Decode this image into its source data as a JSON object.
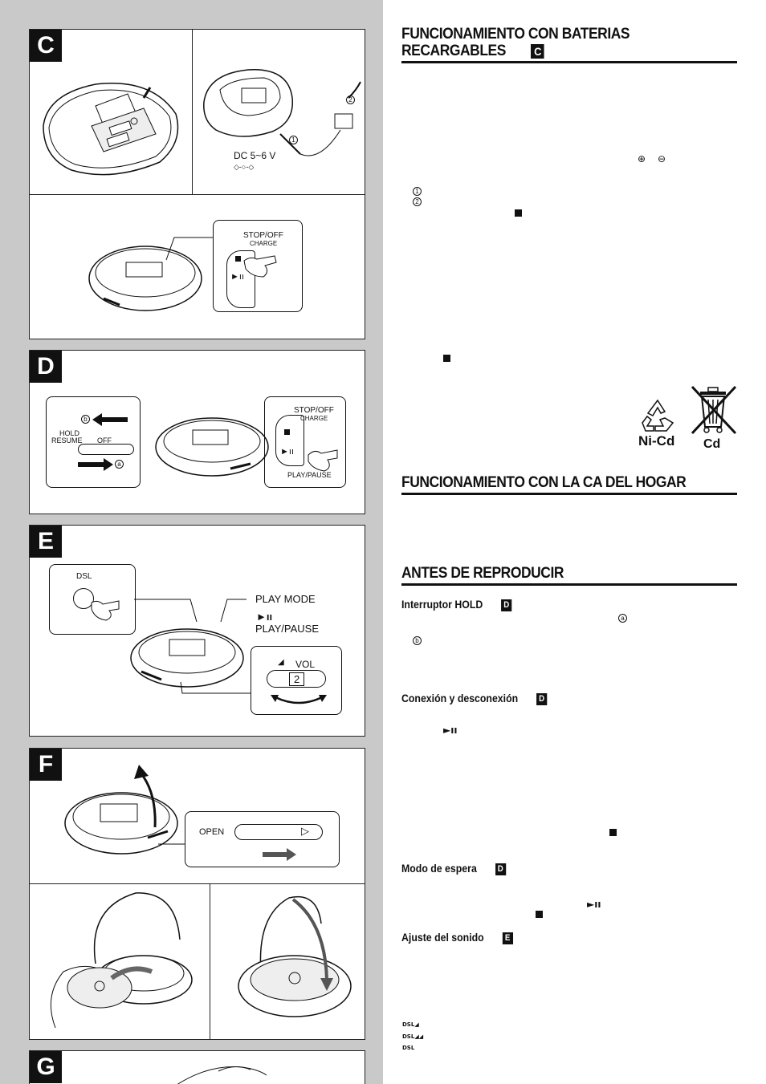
{
  "panels": {
    "c": {
      "letter": "C",
      "dc_label": "DC 5~6 V",
      "stop_off": "STOP/OFF",
      "charge": "CHARGE",
      "num1": "1",
      "num2": "2"
    },
    "d": {
      "letter": "D",
      "hold": "HOLD",
      "resume": "RESUME",
      "off": "OFF",
      "b": "b",
      "a": "a",
      "stop_off": "STOP/OFF",
      "charge": "CHARGE",
      "play_pause": "PLAY/PAUSE"
    },
    "e": {
      "letter": "E",
      "dsl": "DSL",
      "play_mode": "PLAY MODE",
      "play_pause": "PLAY/PAUSE",
      "vol": "VOL",
      "vol_value": "2"
    },
    "f": {
      "letter": "F",
      "open": "OPEN"
    },
    "g": {
      "letter": "G"
    }
  },
  "right": {
    "sec1_line1": "FUNCIONAMIENTO CON BATERIAS",
    "sec1_line2": "RECARGABLES",
    "sec1_tag": "C",
    "sec2": "FUNCIONAMIENTO CON LA CA DEL HOGAR",
    "sec3": "ANTES DE REPRODUCIR",
    "hold_title": "Interruptor HOLD",
    "hold_tag": "D",
    "conn_title": "Conexión y desconexión",
    "conn_tag": "D",
    "wait_title": "Modo de espera",
    "wait_tag": "D",
    "sound_title": "Ajuste del sonido",
    "sound_tag": "E",
    "recycle_label": "Ni-Cd",
    "bin_label": "Cd",
    "circ_1": "1",
    "circ_2": "2",
    "circ_a": "a",
    "circ_b": "b",
    "dsl_1": "DSL",
    "dsl_2": "DSL",
    "dsl_3": "DSL"
  }
}
